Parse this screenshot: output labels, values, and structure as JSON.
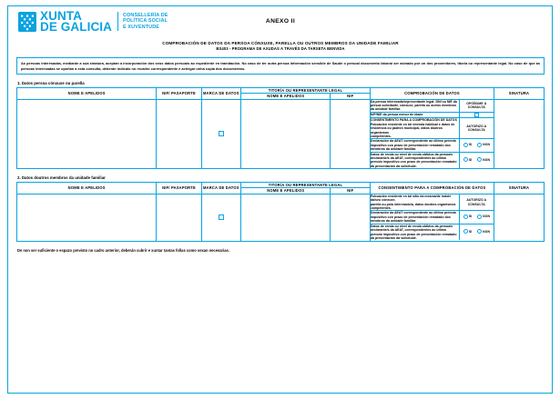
{
  "header": {
    "logo_name_line1": "XUNTA",
    "logo_name_line2": "DE GALICIA",
    "conselleria_line1": "CONSELLERÍA DE",
    "conselleria_line2": "POLÍTICA SOCIAL",
    "conselleria_line3": "E XUVENTUDE",
    "anexo": "ANEXO II",
    "title_line1": "COMPROBACIÓN DE DATOS DA PERSOA CÓNXUXE, PARELLA OU OUTROS MEMBROS DA UNIDADE FAMILIAR",
    "title_line2": "BS403 - PROGRAMA DE AXUDAS A TRAVÉS DA TARXETA BENVIDA"
  },
  "intro": {
    "text": "As persoas interesadas, mediante a súa sinatura, aceptan a incorporación dos seus datos persoais ao expediente en tramitación. No caso de ter outra persoa información sensible de Saúde o persoal documento laboral ser asinado por un dos proxenitores, titor/a ou representante legal. No caso de que as persoas interesadas se opoñan a esta consulta, deberán indicalo no recadro correspondente e achegar unha copia dos documentos."
  },
  "section1": {
    "title": "1. Datos persoa cónxuxe ou parella",
    "columns": {
      "nome_apelidos": "NOME E APELIDOS",
      "nif_pasaporte": "NIF/ PASAPORTE",
      "marca_de_datos": "MARCA DE DATOS",
      "titor_group": "TITOR/A OU REPRESENTANTE LEGAL",
      "titor_nome": "NOME E APELIDOS",
      "titor_nif": "NIF",
      "comprobacion": "COMPROBACIÓN DE DATOS",
      "sinatura": "SINATURA"
    },
    "marca_checkbox_checked": false,
    "rows": [
      {
        "text": "Da persoa interesada/representante legal: DNI ou NIE da persoa solicitante, cónxuxe, parella ou outros membros da unidade familiar.",
        "control": "label",
        "label_line1": "OPÓÑOME Á",
        "label_line2": "CONSULTA"
      },
      {
        "text": "NIF/NIE da persoa menor de idade",
        "control": "checkbox",
        "checked": false
      },
      {
        "text": "CONSENTIMENTO PARA A COMPROBACIÓN DE DATOS\nPoboación residente en tal vivenda habitual e datos de residencia ou padrón municipal, datos doutros organismos competentes.",
        "text_line1": "CONSENTIMENTO PARA A COMPROBACIÓN DE DATOS",
        "text_line2": "Poboación residente en tal vivenda habitual e datos de residencia ou padrón municipal, datos doutros organismos",
        "text_line3": "competentes.",
        "control": "label",
        "label_line1": "AUTORIZO A",
        "label_line2": "CONSULTA"
      },
      {
        "text": "Declaración da AEAT correspondente ao último período impositivo con prazo de presentación rematado dos membros da unidade familiar.",
        "control": "yesno",
        "yes": "SI",
        "no": "NON",
        "selected": ""
      },
      {
        "text": "Datos de renda ou nivel de renda obtidos da persoa/s declarante/s da AEAT, correspondentes ao último período impositivo con prazo de presentación rematado da presentación da solicitude.",
        "control": "yesno",
        "yes": "SI",
        "no": "NON",
        "selected": ""
      }
    ]
  },
  "section2": {
    "title": "2. Datos doutros membros da unidade familiar",
    "columns": {
      "nome_apelidos": "NOME E APELIDOS",
      "nif_pasaporte": "NIF/ PASAPORTE",
      "marca_de_datos": "MARCA DE DATOS",
      "titor_group": "TITOR/A OU REPRESENTANTE LEGAL",
      "titor_nome": "NOME E APELIDOS",
      "titor_nif": "NIF",
      "consentimento": "CONSENTIMENTO PARA A COMPROBACIÓN DE DATOS",
      "sinatura": "SINATURA"
    },
    "marca_checkbox_checked": false,
    "rows": [
      {
        "text_line1": "Poboación residente en tal sitio da mesma/de índole da/seu cónxuxe,",
        "text_line2": "parella ou pola interesado/a, datos doutros organismos",
        "text_line3": "competentes.",
        "control": "label",
        "label_line1": "AUTORIZO A",
        "label_line2": "CONSULTA"
      },
      {
        "text": "Declaración da AEAT correspondente ao último período impositivo con prazo de presentación rematado dos membros da unidade familiar.",
        "control": "yesno",
        "yes": "SI",
        "no": "NON",
        "selected": ""
      },
      {
        "text": "Datos de renda ou nivel de renda obtidos da persoa/s declarante/s da AEAT, correspondentes ao último período impositivo con prazo de presentación rematado da presentación da solicitude.",
        "control": "yesno",
        "yes": "SI",
        "no": "NON",
        "selected": ""
      }
    ]
  },
  "footnote": {
    "text": "De non ser suficiente o espazo previsto no cadro anterior, deberán cubrir e xuntar tantas follas como sexan necesarias."
  },
  "colors": {
    "accent": "#0aa3e0",
    "text": "#000000",
    "background": "#ffffff"
  }
}
